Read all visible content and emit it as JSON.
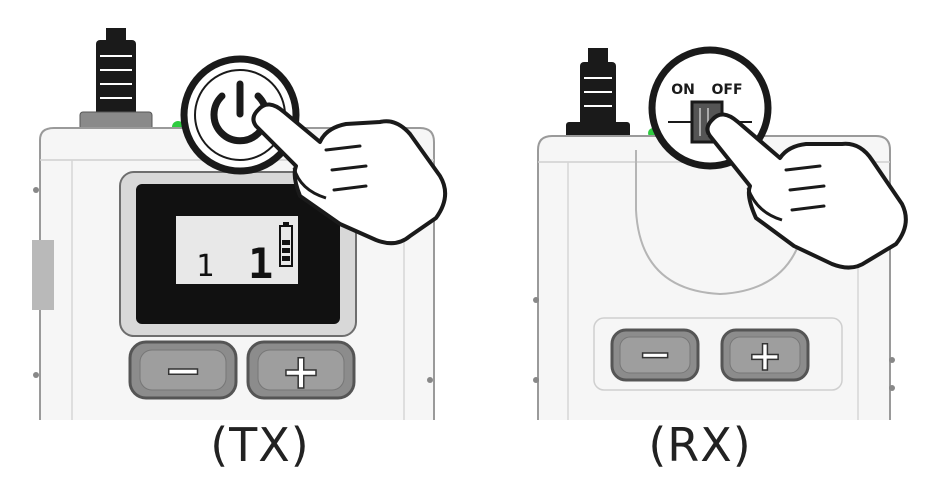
{
  "panels": [
    {
      "id": "tx",
      "caption": "(TX)",
      "lcd": {
        "left_digit": "1",
        "right_digit": "1"
      }
    },
    {
      "id": "rx",
      "caption": "(RX)",
      "switch": {
        "on_label": "ON",
        "off_label": "OFF"
      }
    }
  ],
  "buttons": {
    "minus_symbol": "−",
    "plus_symbol": "+"
  },
  "colors": {
    "indicator_led": "#2ecc40",
    "outline": "#222222",
    "lcd_screen": "#111111",
    "button_fill": "#8c8c8c"
  }
}
